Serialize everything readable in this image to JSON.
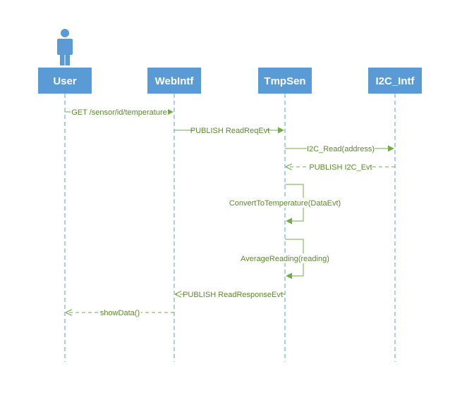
{
  "colors": {
    "header_fill": "#5b9bd5",
    "header_text": "#ffffff",
    "lifeline": "#5b9bd5",
    "message": "#70ad47",
    "message_text": "#5b8a2a"
  },
  "actor_icon": "person-icon",
  "participants": [
    {
      "id": "user",
      "label": "User"
    },
    {
      "id": "webintf",
      "label": "WebIntf"
    },
    {
      "id": "tmpsen",
      "label": "TmpSen"
    },
    {
      "id": "i2c_intf",
      "label": "I2C_Intf"
    }
  ],
  "messages": [
    {
      "from": "user",
      "to": "webintf",
      "label": "GET /sensor/id/temperature",
      "kind": "sync"
    },
    {
      "from": "webintf",
      "to": "tmpsen",
      "label": "PUBLISH ReadReqEvt",
      "kind": "sync"
    },
    {
      "from": "tmpsen",
      "to": "i2c_intf",
      "label": "I2C_Read(address)",
      "kind": "sync"
    },
    {
      "from": "i2c_intf",
      "to": "tmpsen",
      "label": "PUBLISH I2C_Evt",
      "kind": "return"
    },
    {
      "from": "tmpsen",
      "to": "tmpsen",
      "label": "ConvertToTemperature(DataEvt)",
      "kind": "self"
    },
    {
      "from": "tmpsen",
      "to": "tmpsen",
      "label": "AverageReading(reading)",
      "kind": "self"
    },
    {
      "from": "tmpsen",
      "to": "webintf",
      "label": "PUBLISH ReadResponseEvt",
      "kind": "return"
    },
    {
      "from": "webintf",
      "to": "user",
      "label": "showData()",
      "kind": "return"
    }
  ]
}
